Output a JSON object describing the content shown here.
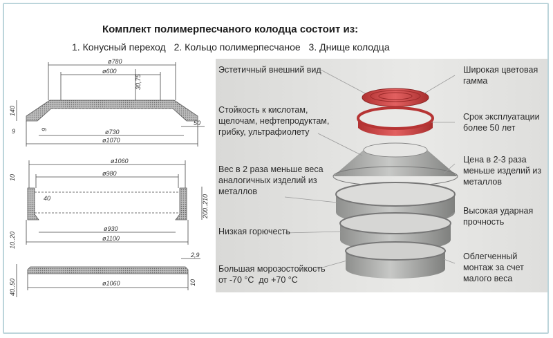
{
  "title": "Комплект полимерпесчаного колодца состоит из:",
  "components": [
    "1. Конусный переход",
    "2. Кольцо полимерпесчаное",
    "3. Днище колодца"
  ],
  "drawings": {
    "cone": {
      "d_top_outer": "ø780",
      "d_top_inner": "ø600",
      "angle": "30,75",
      "d_bottom_inner": "ø730",
      "d_bottom_outer": "ø1070",
      "height": "140",
      "wall": "9",
      "flange": "9",
      "step": "50"
    },
    "ring": {
      "d_top": "ø1060",
      "d_inner_top": "ø980",
      "d_inner_bottom": "ø930",
      "d_outer_bottom": "ø1100",
      "top_thk": "10",
      "wall": "40",
      "height": "200..210",
      "bottom_thk": "10..20"
    },
    "base": {
      "d": "ø1060",
      "thk": "40..50",
      "rim": "2,9",
      "edge": "10"
    }
  },
  "features_left": [
    "Эстетичный внешний вид",
    "Стойкость к кислотам,\nщелочам, нефтепродуктам,\nгрибку, ультрафиолету",
    "Вес в 2 раза меньше веса\nаналогичных изделий из\nметаллов",
    "Низкая горючесть",
    "Большая морозостойкость\nот -70 °С  до +70 °С"
  ],
  "features_right": [
    "Широкая цветовая\nгамма",
    "Срок эксплуатации\nболее 50 лет",
    "Цена в 2-3 раза\nменьше изделий из\nметаллов",
    "Высокая ударная\nпрочность",
    "Облегченный\nмонтаж за счет\nмалого веса"
  ],
  "colors": {
    "hatch": "#7a7a7a",
    "cover_red": "#c23a3a",
    "ring_gray": "#a7a8a6",
    "frame": "#bcd5db"
  }
}
